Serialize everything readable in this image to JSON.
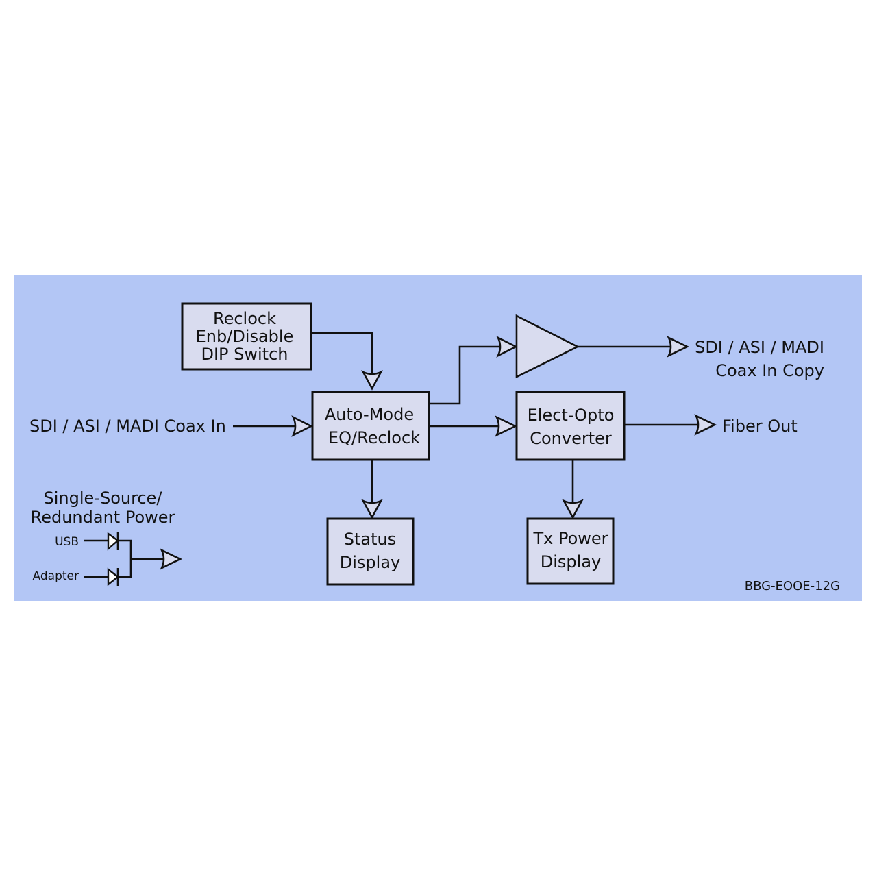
{
  "diagram": {
    "model": "BBG-EOOE-12G",
    "colors": {
      "panel_bg": "#b3c6f5",
      "block_fill": "#d9dcef",
      "stroke": "#111111",
      "text": "#111111"
    },
    "blocks": {
      "reclock_switch": {
        "lines": [
          "Reclock",
          "Enb/Disable",
          "DIP Switch"
        ]
      },
      "eq_reclock": {
        "lines": [
          "Auto-Mode",
          "EQ/Reclock"
        ]
      },
      "elect_opto": {
        "lines": [
          "Elect-Opto",
          "Converter"
        ]
      },
      "status_display": {
        "lines": [
          "Status",
          "Display"
        ]
      },
      "tx_power_display": {
        "lines": [
          "Tx Power",
          "Display"
        ]
      },
      "amplifier": {
        "symbol": "buffer-amplifier-triangle"
      }
    },
    "signals": {
      "coax_in": "SDI / ASI / MADI Coax In",
      "coax_copy": [
        "SDI / ASI / MADI",
        "Coax In Copy"
      ],
      "fiber_out": "Fiber Out"
    },
    "power": {
      "title": [
        "Single-Source/",
        "Redundant Power"
      ],
      "usb": "USB",
      "adapter": "Adapter"
    },
    "connections": [
      {
        "from": "reclock_switch",
        "to": "eq_reclock"
      },
      {
        "from": "coax_in",
        "to": "eq_reclock"
      },
      {
        "from": "eq_reclock",
        "to": "amplifier"
      },
      {
        "from": "amplifier",
        "to": "coax_copy"
      },
      {
        "from": "eq_reclock",
        "to": "elect_opto"
      },
      {
        "from": "elect_opto",
        "to": "fiber_out"
      },
      {
        "from": "eq_reclock",
        "to": "status_display"
      },
      {
        "from": "elect_opto",
        "to": "tx_power_display"
      },
      {
        "from": "usb",
        "to": "power_out"
      },
      {
        "from": "adapter",
        "to": "power_out"
      }
    ]
  }
}
